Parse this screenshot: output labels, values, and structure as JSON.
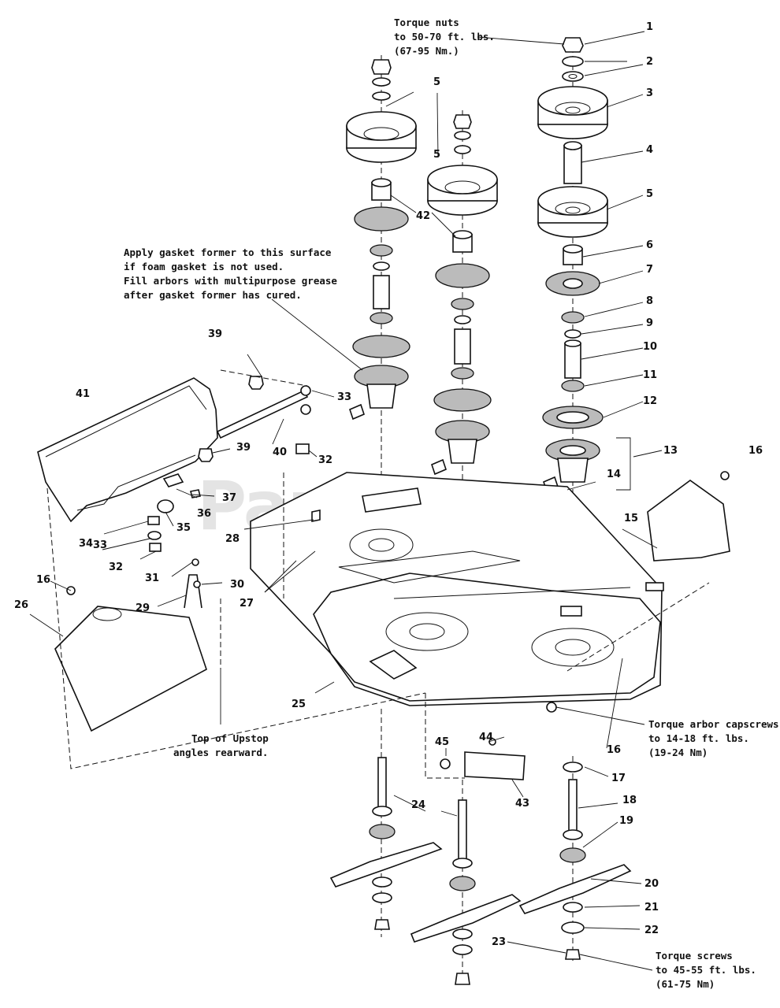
{
  "watermark": "PartsTree",
  "notes": {
    "torque_nuts": [
      "Torque nuts",
      "to 50-70 ft. lbs.",
      "(67-95 Nm.)"
    ],
    "gasket": [
      "Apply gasket former to this surface",
      "if foam gasket is not used.",
      "Fill arbors with multipurpose grease",
      "after gasket former has cured."
    ],
    "upstop": [
      "Top of Upstop",
      "angles rearward."
    ],
    "arbor_capscrews": [
      "Torque arbor capscrews",
      "to 14-18 ft. lbs.",
      "(19-24 Nm)"
    ],
    "torque_screws": [
      "Torque screws",
      "to 45-55 ft. lbs.",
      "(61-75 Nm)"
    ]
  },
  "callouts": {
    "c1": "1",
    "c2": "2",
    "c3": "3",
    "c4": "4",
    "c5a": "5",
    "c5b": "5",
    "c5c": "5",
    "c6": "6",
    "c7": "7",
    "c8": "8",
    "c9": "9",
    "c10": "10",
    "c11": "11",
    "c12": "12",
    "c13": "13",
    "c14": "14",
    "c15": "15",
    "c16a": "16",
    "c16b": "16",
    "c16c": "16",
    "c17": "17",
    "c18": "18",
    "c19": "19",
    "c20": "20",
    "c21": "21",
    "c22": "22",
    "c23": "23",
    "c24": "24",
    "c25": "25",
    "c26": "26",
    "c27": "27",
    "c28": "28",
    "c29": "29",
    "c30": "30",
    "c31": "31",
    "c32a": "32",
    "c32b": "32",
    "c33a": "33",
    "c33b": "33",
    "c34": "34",
    "c35": "35",
    "c36": "36",
    "c37": "37",
    "c39a": "39",
    "c39b": "39",
    "c40": "40",
    "c41": "41",
    "c42": "42",
    "c43": "43",
    "c44": "44",
    "c45": "45"
  }
}
